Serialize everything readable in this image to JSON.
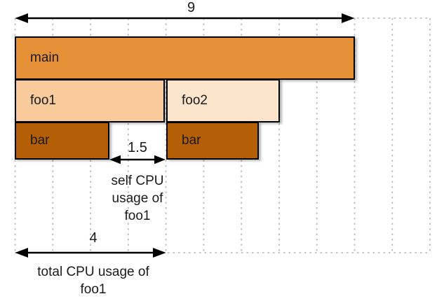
{
  "meta": {
    "description": "Flame graph diagram illustrating self vs total CPU usage of a function"
  },
  "frames": {
    "main": {
      "label": "main"
    },
    "foo1": {
      "label": "foo1"
    },
    "foo2": {
      "label": "foo2"
    },
    "bar1": {
      "label": "bar"
    },
    "bar2": {
      "label": "bar"
    }
  },
  "annotations": {
    "total_width_value": "9",
    "self_value": "1.5",
    "self_caption": "self CPU\nusage of\nfoo1",
    "total_value": "4",
    "total_caption": "total CPU usage of\nfoo1"
  },
  "colors": {
    "main": "#E69138",
    "foo1": "#F9CB9C",
    "foo2": "#FCE5CD",
    "bar": "#B45F06",
    "frame_border": "#000000",
    "grid": "#BDBDBD",
    "arrow": "#000000",
    "text": "#1A1A1A",
    "background": "#FFFFFF"
  },
  "flame_model": {
    "type": "flame-graph (icicle, growing downward)",
    "axis_units_total_visible_grid": 11,
    "stacks": [
      {
        "name": "main",
        "depth": 0,
        "start": 0,
        "end": 9
      },
      {
        "name": "foo1",
        "depth": 1,
        "start": 0,
        "end": 4,
        "parent": "main"
      },
      {
        "name": "foo2",
        "depth": 1,
        "start": 4,
        "end": 7,
        "parent": "main"
      },
      {
        "name": "bar",
        "depth": 2,
        "start": 0,
        "end": 2.5,
        "parent": "foo1"
      },
      {
        "name": "bar",
        "depth": 2,
        "start": 4,
        "end": 6.4,
        "parent": "foo2"
      }
    ],
    "measurements": [
      {
        "value": 9,
        "meaning": "width of main (whole trace)"
      },
      {
        "value": 1.5,
        "meaning": "self CPU usage of foo1"
      },
      {
        "value": 4,
        "meaning": "total CPU usage of foo1"
      }
    ]
  }
}
